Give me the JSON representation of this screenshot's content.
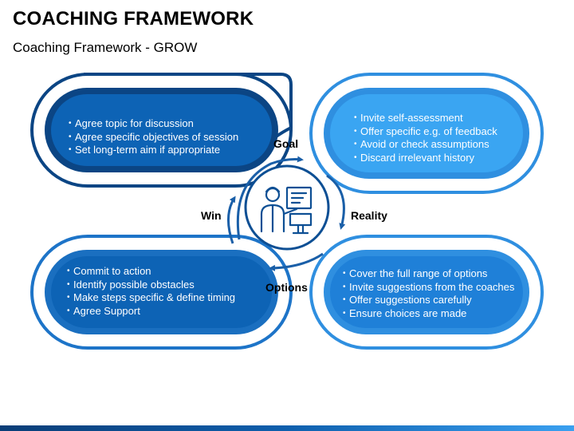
{
  "header": {
    "title": "COACHING FRAMEWORK",
    "subtitle": "Coaching Framework - GROW"
  },
  "colors": {
    "dark_blue": "#0b4584",
    "mid_blue": "#0d63b5",
    "light_blue": "#2f8fe0",
    "sky_blue": "#3aa5f2",
    "icon_circle_border": "#0d4f94"
  },
  "center_icon": "coach-presentation-icon",
  "stages": {
    "goal": {
      "label": "Goal",
      "items": [
        "Agree topic for discussion",
        "Agree specific objectives of session",
        "Set long-term aim if appropriate"
      ]
    },
    "reality": {
      "label": "Reality",
      "items": [
        "Invite self-assessment",
        "Offer specific e.g. of feedback",
        "Avoid or check assumptions",
        "Discard irrelevant history"
      ]
    },
    "options": {
      "label": "Options",
      "items": [
        "Cover the full range of options",
        "Invite suggestions from the coaches",
        "Offer suggestions carefully",
        "Ensure choices are made"
      ]
    },
    "win": {
      "label": "Win",
      "items": [
        "Commit to action",
        "Identify possible obstacles",
        "Make steps specific & define timing",
        "Agree Support"
      ]
    }
  }
}
